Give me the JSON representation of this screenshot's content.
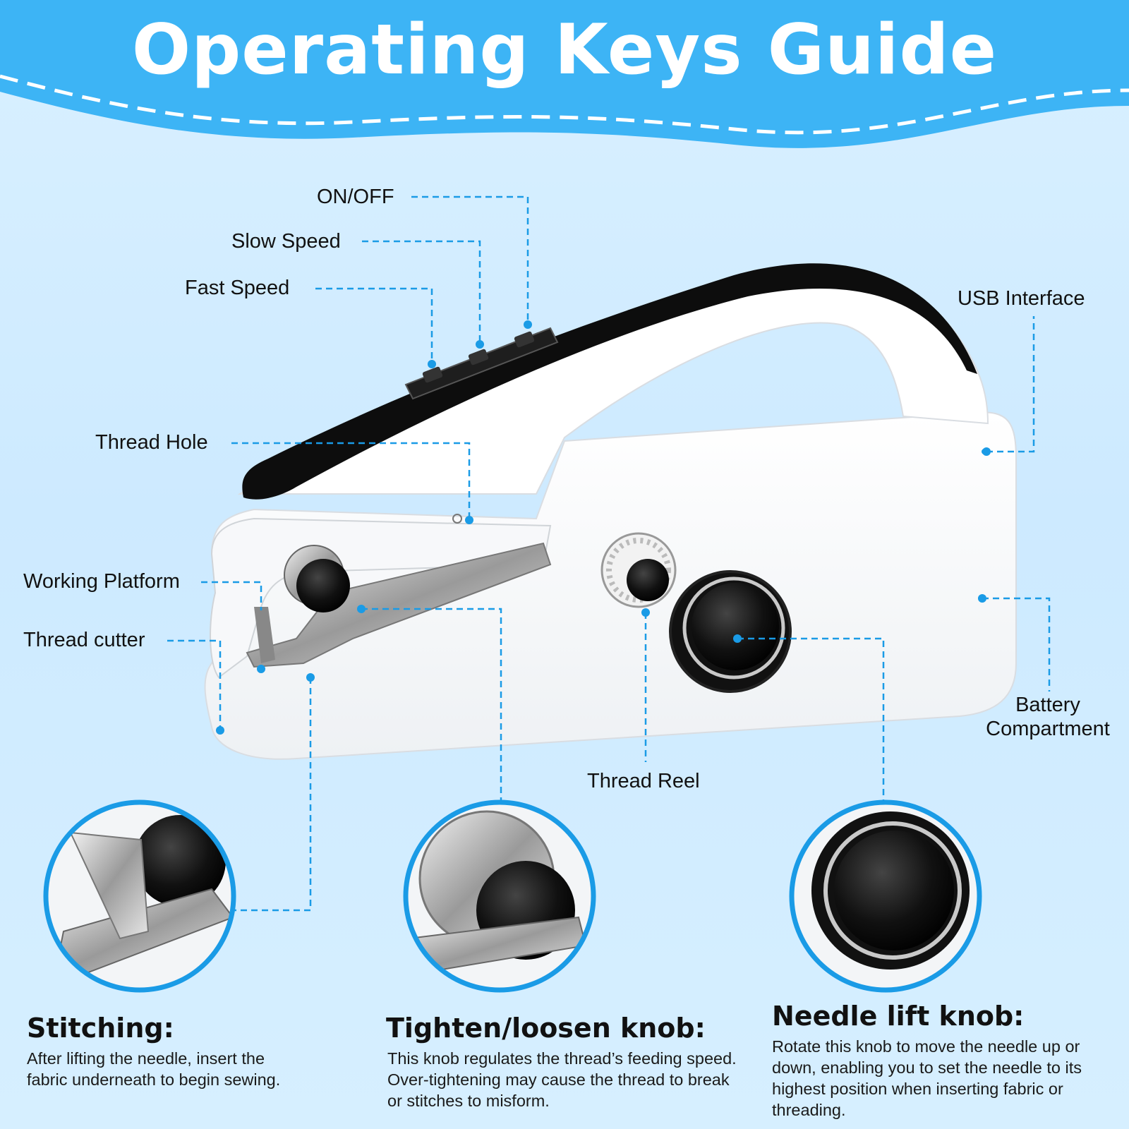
{
  "header": {
    "title": "Operating Keys Guide"
  },
  "callouts": {
    "on_off": "ON/OFF",
    "slow_speed": "Slow Speed",
    "fast_speed": "Fast Speed",
    "thread_hole": "Thread Hole",
    "working_platform": "Working Platform",
    "thread_cutter": "Thread cutter",
    "usb_interface": "USB Interface",
    "battery_line1": "Battery",
    "battery_line2": "Compartment",
    "thread_reel": "Thread Reel"
  },
  "features": [
    {
      "title": "Stitching:",
      "description": "After lifting the needle, insert the fabric underneath to begin sewing."
    },
    {
      "title": "Tighten/loosen knob:",
      "description": "This knob regulates the thread’s feeding speed. Over-tightening may cause the thread to break or stitches to misform."
    },
    {
      "title": "Needle lift knob:",
      "description": "Rotate this knob to move the needle up or down, enabling you to set the needle to its highest position when inserting fabric or threading."
    }
  ],
  "colors": {
    "banner": "#3db4f5",
    "accent_line": "#1a9be6",
    "background": "#d6efff",
    "product_body": "#ffffff",
    "product_dark": "#0d0d0d"
  },
  "icons": [
    "sewing-machine-illustration",
    "stitching-closeup",
    "tension-knob-closeup",
    "needle-lift-knob-closeup"
  ]
}
